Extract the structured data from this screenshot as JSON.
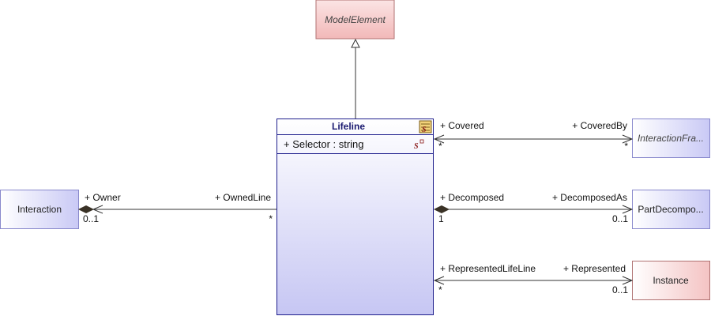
{
  "colors": {
    "abstract_fill_top": "#ffffff",
    "abstract_fill_bottom": "#f4c3c3",
    "abstract_stroke": "#b07272",
    "blue_fill_top": "#ffffff",
    "blue_fill_bottom": "#c9c9f5",
    "blue_stroke": "#8888cc",
    "main_stroke": "#1e1e8c",
    "line_color": "#333333"
  },
  "classes": {
    "model_element": {
      "name": "ModelElement"
    },
    "lifeline": {
      "name": "Lifeline",
      "attribute": "+ Selector : string",
      "icon": "stereotype-s-icon",
      "attr_icon": "static-lock-icon"
    },
    "interaction": {
      "name": "Interaction"
    },
    "interaction_fragment": {
      "name": "InteractionFra..."
    },
    "part_decomposition": {
      "name": "PartDecompo..."
    },
    "instance": {
      "name": "Instance"
    }
  },
  "associations": {
    "covered": {
      "near_role": "+ Covered",
      "near_mult": "*",
      "far_role": "+ CoveredBy",
      "far_mult": "*"
    },
    "owned": {
      "near_role": "+ OwnedLine",
      "near_mult": "*",
      "far_role": "+ Owner",
      "far_mult": "0..1"
    },
    "decomposed": {
      "near_role": "+ Decomposed",
      "near_mult": "1",
      "far_role": "+ DecomposedAs",
      "far_mult": "0..1"
    },
    "represented": {
      "near_role": "+ RepresentedLifeLine",
      "near_mult": "*",
      "far_role": "+ Represented",
      "far_mult": "0..1"
    }
  }
}
